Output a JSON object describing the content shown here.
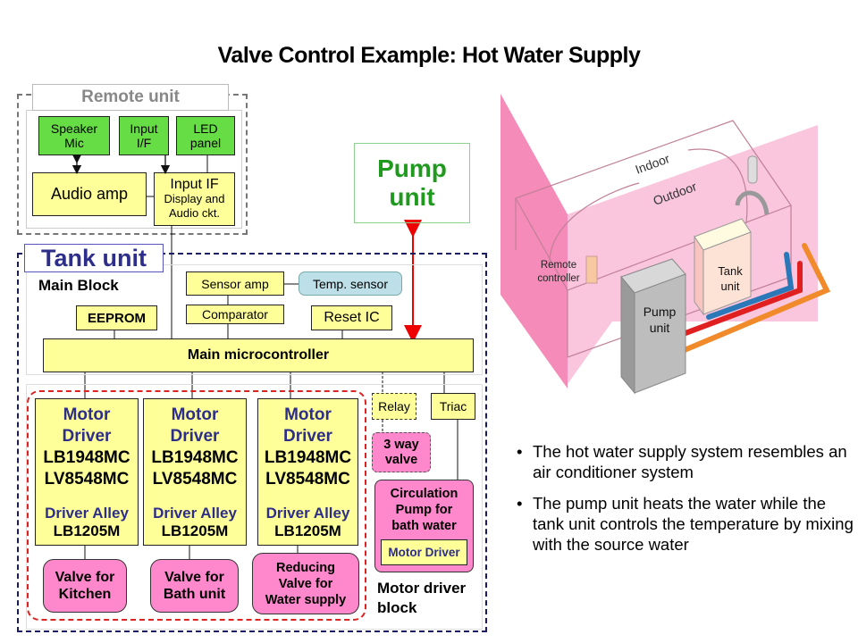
{
  "title": "Valve Control Example: Hot Water Supply",
  "remote_unit": {
    "label": "Remote unit",
    "speaker_mic": [
      "Speaker",
      "Mic"
    ],
    "input_if_top": [
      "Input",
      "I/F"
    ],
    "led_panel": [
      "LED",
      "panel"
    ],
    "audio_amp": "Audio amp",
    "input_if_box": {
      "title": "Input IF",
      "sub1": "Display and",
      "sub2": "Audio ckt."
    }
  },
  "pump_unit_box": [
    "Pump",
    "unit"
  ],
  "tank_unit": {
    "label": "Tank unit",
    "main_block": "Main Block",
    "sensor_amp": "Sensor amp",
    "temp_sensor": "Temp. sensor",
    "eeprom": "EEPROM",
    "comparator": "Comparator",
    "reset_ic": "Reset IC",
    "main_mcu": "Main microcontroller",
    "motor_drivers": [
      {
        "l1": "Motor",
        "l2": "Driver",
        "p1": "LB1948MC",
        "p2": "LV8548MC",
        "a": "Driver Alley",
        "a2": "LB1205M",
        "valve": [
          "Valve for",
          "Kitchen"
        ]
      },
      {
        "l1": "Motor",
        "l2": "Driver",
        "p1": "LB1948MC",
        "p2": "LV8548MC",
        "a": "Driver Alley",
        "a2": "LB1205M",
        "valve": [
          "Valve for",
          "Bath unit"
        ]
      },
      {
        "l1": "Motor",
        "l2": "Driver",
        "p1": "LB1948MC",
        "p2": "LV8548MC",
        "a": "Driver Alley",
        "a2": "LB1205M",
        "valve": [
          "Reducing",
          "Valve for",
          "Water supply"
        ]
      }
    ],
    "relay": "Relay",
    "triac": "Triac",
    "three_way_valve": [
      "3 way",
      "valve"
    ],
    "circulation_pump": [
      "Circulation",
      "Pump for",
      "bath water"
    ],
    "circ_motor_driver": "Motor Driver",
    "motor_driver_block": [
      "Motor driver",
      "block"
    ]
  },
  "illustration": {
    "indoor": "Indoor",
    "outdoor": "Outdoor",
    "remote_controller": [
      "Remote",
      "controller"
    ],
    "tank_unit": [
      "Tank",
      "unit"
    ],
    "pump_unit": [
      "Pump",
      "unit"
    ]
  },
  "bullets": [
    "The hot water supply system resembles an air conditioner system",
    "The pump unit heats the water while the tank unit controls the temperature by mixing with the source water"
  ]
}
